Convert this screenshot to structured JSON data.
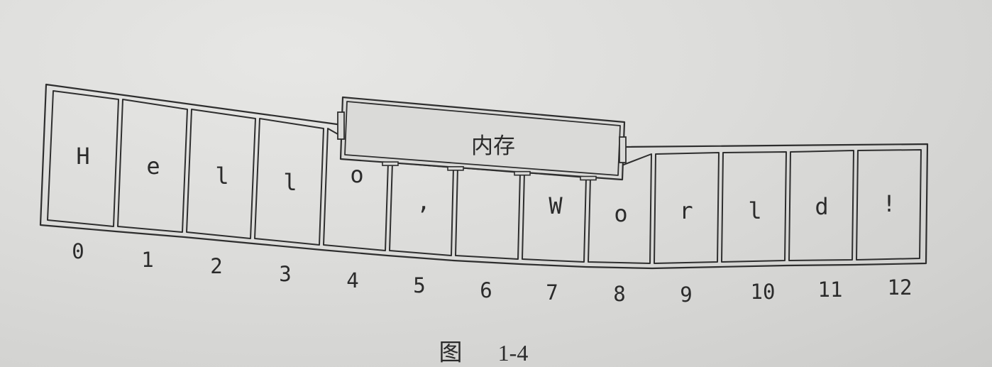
{
  "diagram": {
    "memory_label": "内存",
    "cells": [
      {
        "index": "0",
        "char": "H"
      },
      {
        "index": "1",
        "char": "e"
      },
      {
        "index": "2",
        "char": "l"
      },
      {
        "index": "3",
        "char": "l"
      },
      {
        "index": "4",
        "char": "o"
      },
      {
        "index": "5",
        "char": ","
      },
      {
        "index": "6",
        "char": " "
      },
      {
        "index": "7",
        "char": "W"
      },
      {
        "index": "8",
        "char": "o"
      },
      {
        "index": "9",
        "char": "r"
      },
      {
        "index": "10",
        "char": "l"
      },
      {
        "index": "11",
        "char": "d"
      },
      {
        "index": "12",
        "char": "!"
      }
    ]
  },
  "caption": {
    "label": "图",
    "number": "1-4"
  },
  "colors": {
    "paper": "#dadad8",
    "ink": "#2e2e2e"
  }
}
